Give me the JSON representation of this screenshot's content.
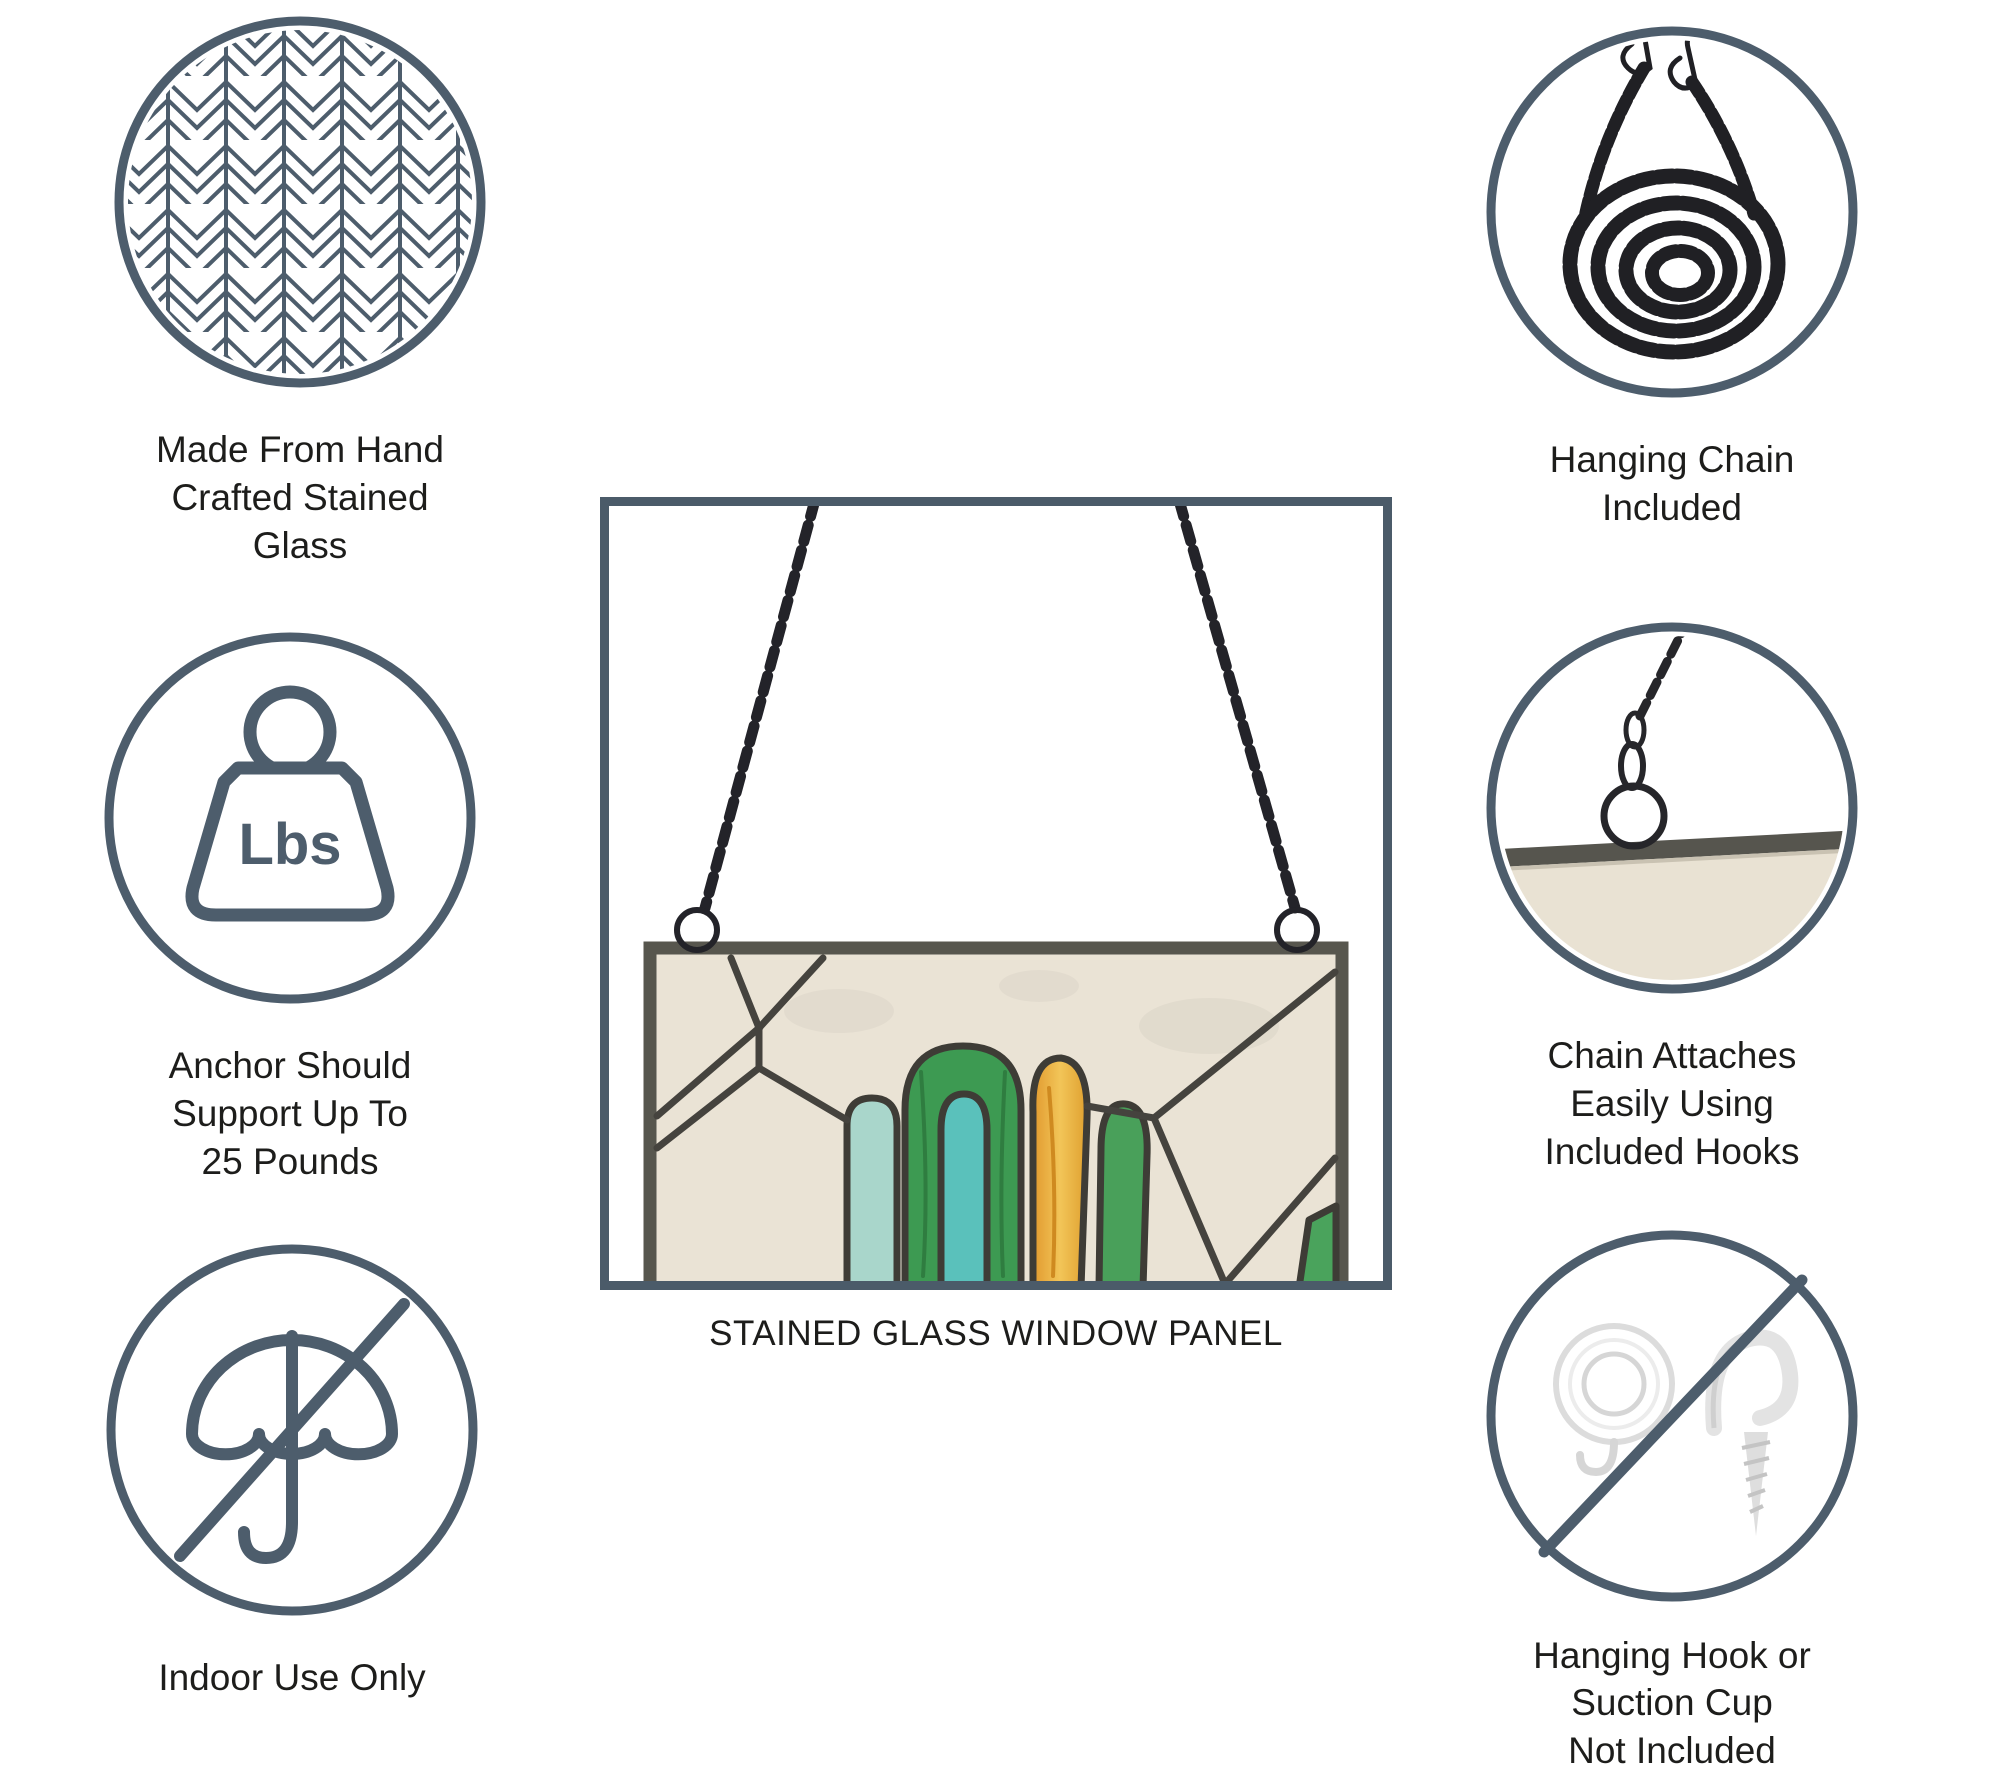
{
  "palette": {
    "accent": "#4d5d6c",
    "text": "#1d1d1b",
    "chain": "#232329",
    "panel_frame": "#57564e",
    "glass_background": "#eae3d5",
    "lead_line": "#45433e",
    "glass_green": "#3d9a52",
    "glass_green_light": "#49a05a",
    "glass_teal": "#5ac1bb",
    "glass_pale_teal": "#a9d6cb",
    "glass_amber": "#e8ab3c",
    "hardware_gray": "#dcdcdc"
  },
  "left_features": [
    {
      "icon": "stained-glass-pattern-icon",
      "caption": "Made From Hand\nCrafted Stained\nGlass"
    },
    {
      "icon": "weight-icon",
      "weight_unit": "Lbs",
      "caption": "Anchor Should\nSupport Up To\n25 Pounds"
    },
    {
      "icon": "no-umbrella-icon",
      "caption": "Indoor Use Only"
    }
  ],
  "right_features": [
    {
      "icon": "hanging-chain-icon",
      "caption": "Hanging Chain\nIncluded"
    },
    {
      "icon": "chain-hook-icon",
      "caption": "Chain Attaches\nEasily Using\nIncluded Hooks"
    },
    {
      "icon": "no-hook-icon",
      "caption": "Hanging Hook or\nSuction Cup\nNot Included"
    }
  ],
  "center_panel": {
    "caption": "STAINED GLASS WINDOW PANEL"
  }
}
